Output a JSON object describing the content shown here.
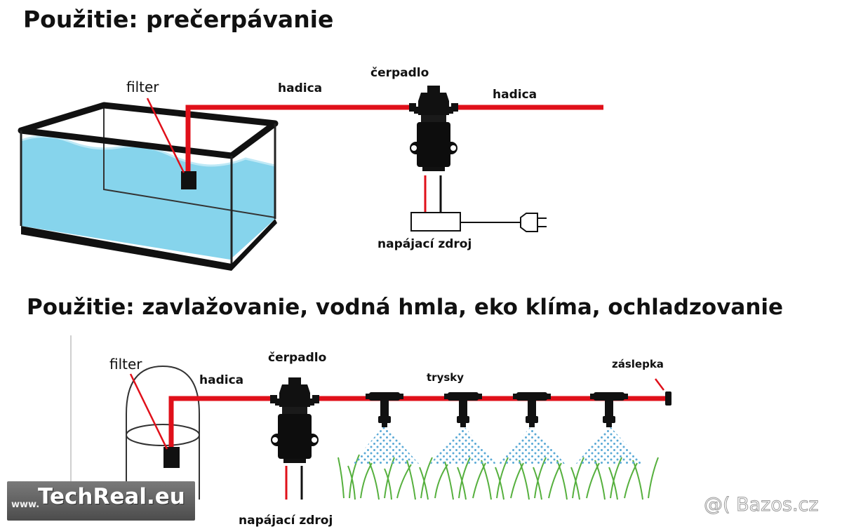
{
  "titles": {
    "top": "Použitie: prečerpávanie",
    "bottom": "Použitie: zavlažovanie, vodná hmla, eko klíma, ochladzovanie"
  },
  "top_diagram": {
    "filter": "filter",
    "hose_left": "hadica",
    "pump": "čerpadlo",
    "hose_right": "hadica",
    "power": "napájací zdroj"
  },
  "bottom_diagram": {
    "filter": "filter",
    "hose": "hadica",
    "pump": "čerpadlo",
    "nozzles": "trysky",
    "end_cap": "záslepka",
    "power": "napájací zdroj"
  },
  "watermarks": {
    "techreal_prefix": "www.",
    "techreal_brand": "TechReal.eu",
    "bazos": "@( Bazos.cz"
  },
  "colors": {
    "hose": "#e0101a",
    "water": "#7fd3ea",
    "spray": "#5aa9d6",
    "grass": "#4caf3a"
  }
}
